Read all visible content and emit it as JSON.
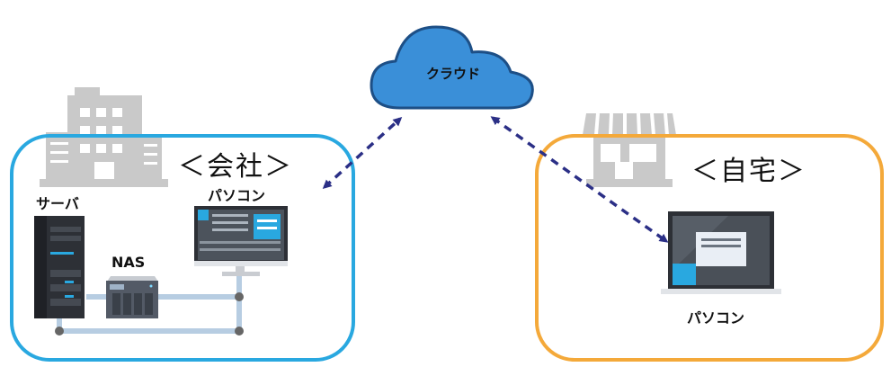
{
  "labels": {
    "cloud": "クラウド",
    "office": "＜会社＞",
    "home": "＜自宅＞",
    "server": "サーバ",
    "nas": "NAS",
    "office_pc": "パソコン",
    "home_pc": "パソコン"
  },
  "colors": {
    "office_border": "#29a8e0",
    "home_border": "#f4a93a",
    "cloud_fill": "#3a8fd8",
    "arrow": "#2b2f86",
    "building_gray": "#c9c9c9",
    "network_line": "#b7cde2"
  },
  "icons": [
    "cloud-icon",
    "office-building-icon",
    "shop-icon",
    "server-tower-icon",
    "nas-icon",
    "desktop-monitor-icon",
    "laptop-icon"
  ]
}
